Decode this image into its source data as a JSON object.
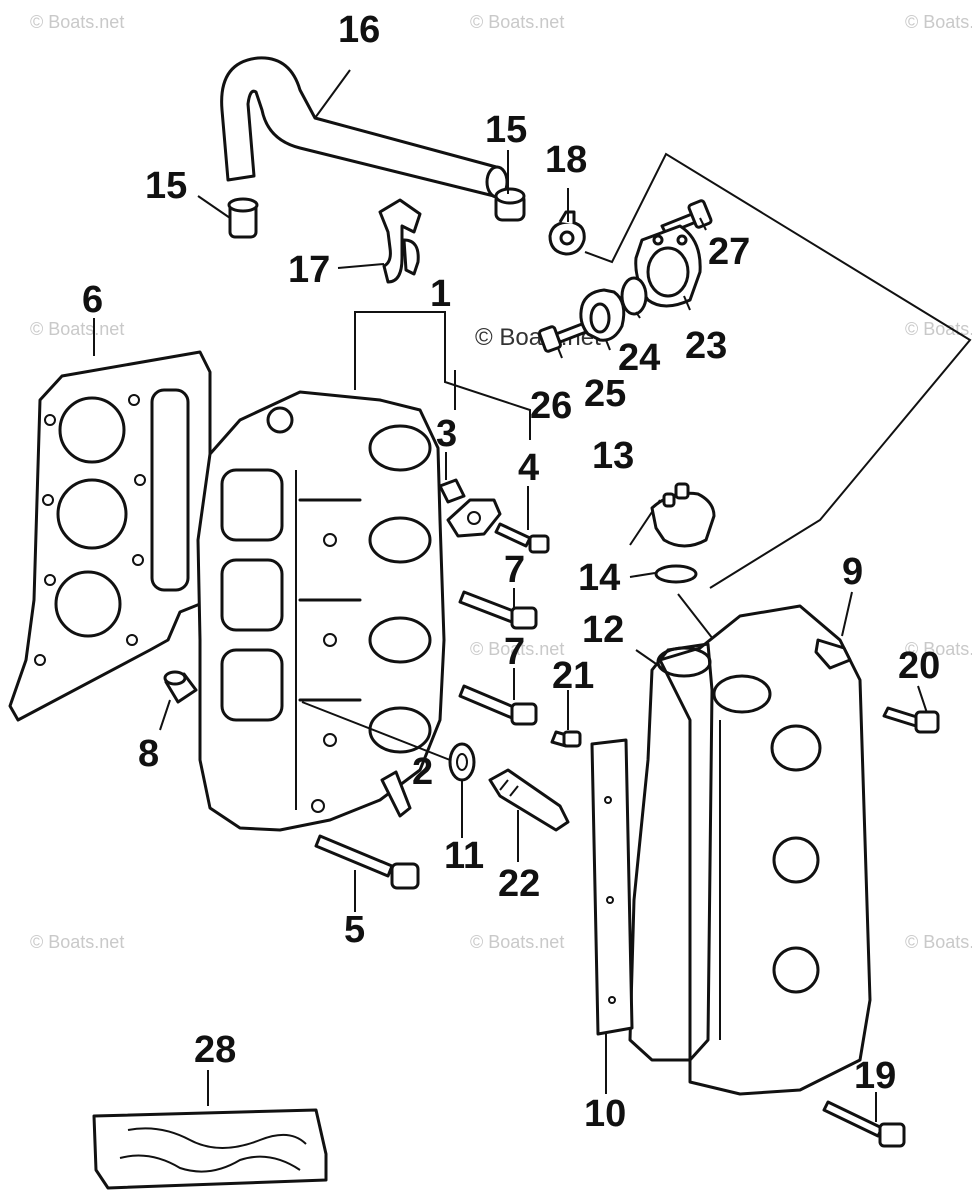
{
  "watermark": {
    "text": "© Boats.net"
  },
  "callouts": {
    "c1": "1",
    "c2": "2",
    "c3": "3",
    "c4": "4",
    "c5": "5",
    "c6": "6",
    "c7a": "7",
    "c7b": "7",
    "c8": "8",
    "c9": "9",
    "c10": "10",
    "c11": "11",
    "c12": "12",
    "c13": "13",
    "c14": "14",
    "c15a": "15",
    "c15b": "15",
    "c16": "16",
    "c17": "17",
    "c18": "18",
    "c19": "19",
    "c20": "20",
    "c21": "21",
    "c22": "22",
    "c23": "23",
    "c24": "24",
    "c25": "25",
    "c26": "26",
    "c27": "27",
    "c28": "28"
  },
  "icons": {
    "hose": "hose-icon",
    "head": "cylinder-head-icon",
    "gasket": "head-gasket-icon",
    "cover": "exhaust-cover-icon",
    "bolt": "bolt-icon",
    "sealant": "sealant-tube-icon"
  }
}
